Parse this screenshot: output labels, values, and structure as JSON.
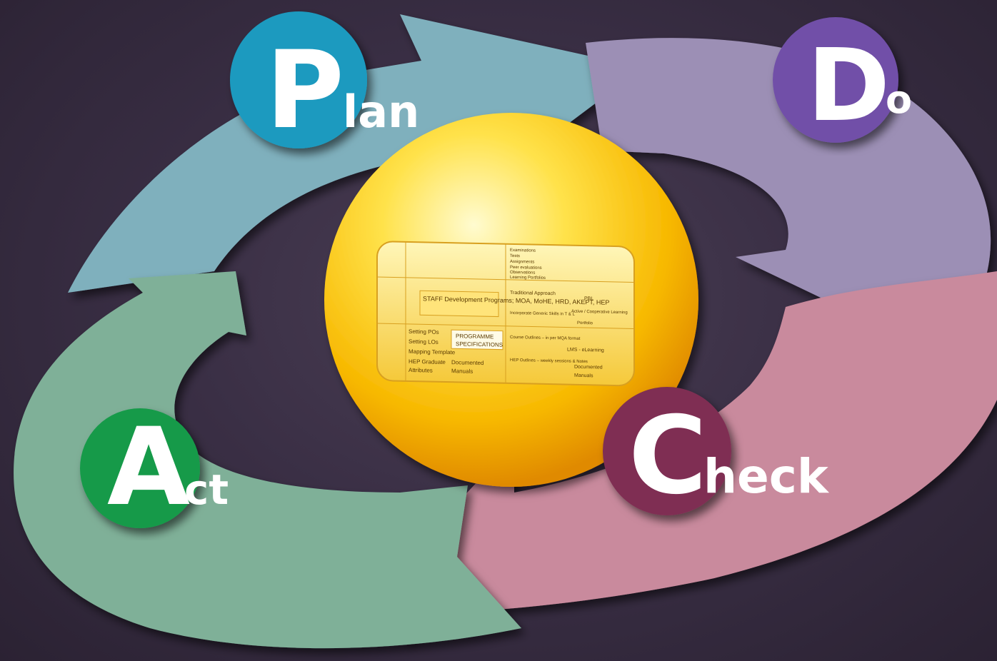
{
  "phases": {
    "plan": {
      "cap": "P",
      "rest": "lan",
      "color": "#7fb0bd",
      "circle": "#1a9abf"
    },
    "do": {
      "cap": "D",
      "rest": "o",
      "color": "#9c8fb5",
      "circle": "#7150a8"
    },
    "check": {
      "cap": "C",
      "rest": "heck",
      "color": "#c98a9d",
      "circle": "#7f2f52"
    },
    "act": {
      "cap": "A",
      "rest": "ct",
      "color": "#7fb098",
      "circle": "#169a4a"
    }
  },
  "center": {
    "sphere_color": "#f7b800",
    "cells": {
      "staff": "STAFF Development Programs; MOA, MoHE, HRD, AKEPT, HEP",
      "setting_pos": "Setting POs",
      "setting_los": "Setting LOs",
      "mapping": "Mapping Template",
      "hep_graduate": "HEP Graduate",
      "attributes": "Attributes",
      "prog_spec_1": "PROGRAMME",
      "prog_spec_2": "SPECIFICATIONS",
      "documented_1": "Documented",
      "manuals_1": "Manuals",
      "traditional": "Traditional Approach",
      "pbl": "PBL",
      "active": "Active / Cooperative Learning",
      "incorporate": "Incorporate Generic Skills in T & L",
      "portfolio": "Portfolio",
      "course_outlines": "Course Outlines – in per MQA format",
      "lms": "LMS - eLearning",
      "hep_outlines": "HEP Outlines – weekly sessions & Notes",
      "documented_2": "Documented",
      "manuals_2": "Manuals",
      "exams": "Examinations",
      "tests": "Tests",
      "assignments": "Assignments",
      "peer": "Peer evaluations",
      "observations": "Observations",
      "learning_portfolios": "Learning Portfolios"
    }
  }
}
